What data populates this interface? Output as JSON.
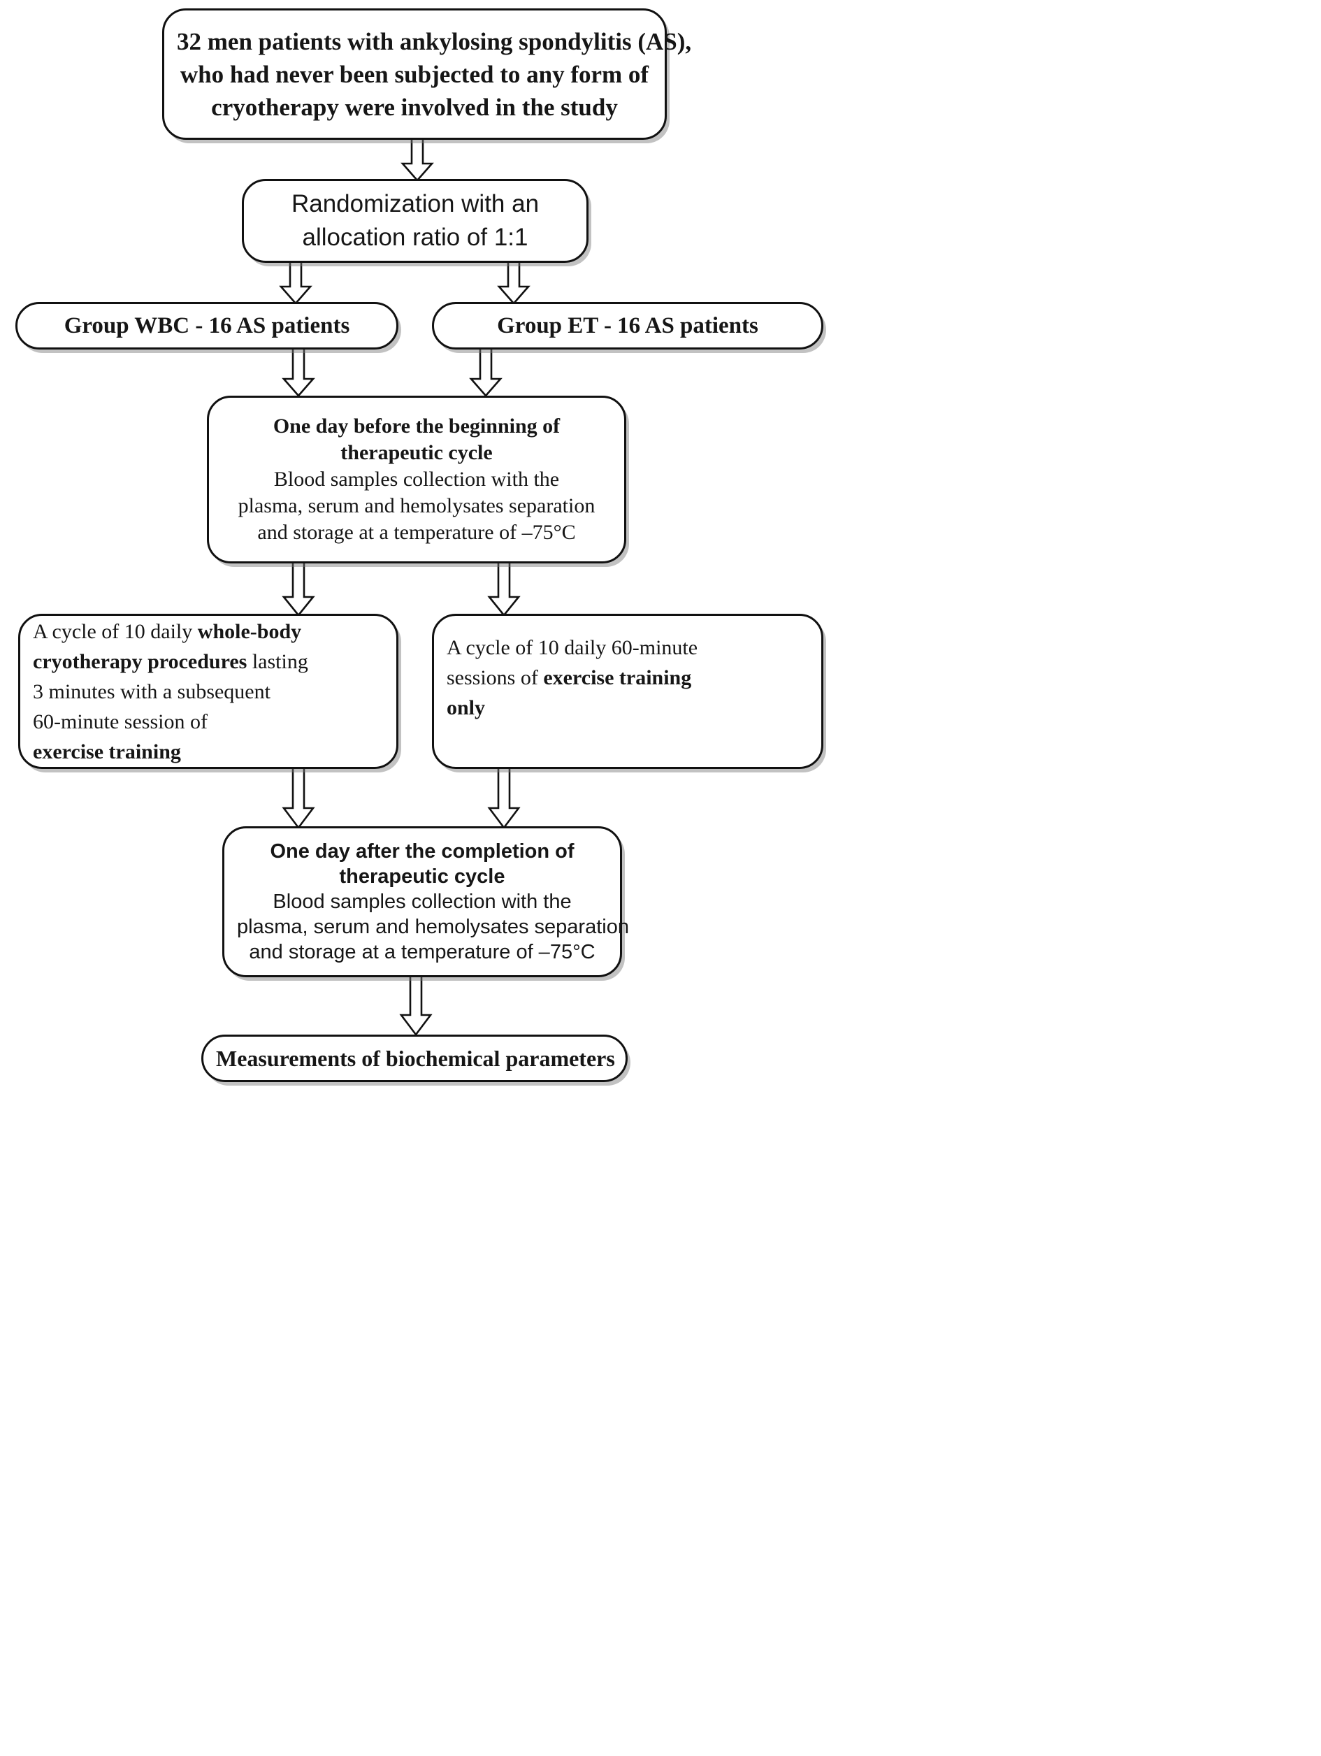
{
  "diagram": {
    "title": "Study flow diagram of the ankylosing spondylitis cryotherapy trial",
    "type": "flowchart",
    "orientation": "top-to-bottom",
    "colors": {
      "box_border": "#111111",
      "box_fill": "#ffffff",
      "text": "#161616",
      "arrow_stroke": "#111111",
      "shadow": "#787878"
    }
  },
  "nodes": {
    "enrollment": {
      "id": "enrollment",
      "lines": [
        "32 men patients with ankylosing spondylitis (AS),",
        "who had never been subjected to any form of",
        "cryotherapy were involved in the study"
      ]
    },
    "randomization": {
      "id": "randomization",
      "lines": [
        "Randomization with an",
        "allocation ratio of 1:1"
      ]
    },
    "group_wbc": {
      "id": "group-wbc",
      "lines": [
        "Group WBC - 16 AS patients"
      ]
    },
    "group_et": {
      "id": "group-et",
      "lines": [
        "Group ET - 16 AS patients"
      ]
    },
    "baseline": {
      "id": "baseline",
      "heading": [
        "One day before the beginning of",
        "therapeutic cycle"
      ],
      "lines": [
        "Blood samples collection with the",
        "plasma, serum and hemolysates separation",
        "and storage at a temperature of –75°C"
      ]
    },
    "wbc_protocol": {
      "id": "wbc-protocol",
      "line1_plain": "A cycle of 10 daily ",
      "line1_bold": "whole-body",
      "line2_bold": "cryotherapy procedures",
      "line2_plain": " lasting",
      "line3": "3 minutes with a subsequent",
      "line4": "60-minute session of",
      "line5_bold": "exercise training"
    },
    "et_protocol": {
      "id": "et-protocol",
      "line1": "A cycle of 10 daily 60-minute",
      "line2_plain": "sessions of ",
      "line2_bold": "exercise training",
      "line3_bold": "only"
    },
    "followup": {
      "id": "followup",
      "heading": [
        "One day after the completion of",
        "therapeutic cycle"
      ],
      "lines": [
        "Blood samples collection with the",
        "plasma, serum and hemolysates separation",
        "and storage at a temperature of –75°C"
      ]
    },
    "outcome": {
      "id": "outcome",
      "lines": [
        "Measurements of biochemical parameters"
      ]
    }
  },
  "edges": [
    {
      "id": "enrollment-to-randomization",
      "from": "enrollment",
      "to": "randomization",
      "style": "block-arrow-down"
    },
    {
      "id": "randomization-to-group-wbc",
      "from": "randomization",
      "to": "group_wbc",
      "style": "block-arrow-down"
    },
    {
      "id": "randomization-to-group-et",
      "from": "randomization",
      "to": "group_et",
      "style": "block-arrow-down"
    },
    {
      "id": "group-wbc-to-baseline",
      "from": "group_wbc",
      "to": "baseline",
      "style": "block-arrow-down"
    },
    {
      "id": "group-et-to-baseline",
      "from": "group_et",
      "to": "baseline",
      "style": "block-arrow-down"
    },
    {
      "id": "baseline-to-wbc-protocol",
      "from": "baseline",
      "to": "wbc_protocol",
      "style": "block-arrow-down"
    },
    {
      "id": "baseline-to-et-protocol",
      "from": "baseline",
      "to": "et_protocol",
      "style": "block-arrow-down"
    },
    {
      "id": "wbc-protocol-to-followup",
      "from": "wbc_protocol",
      "to": "followup",
      "style": "block-arrow-down"
    },
    {
      "id": "et-protocol-to-followup",
      "from": "et_protocol",
      "to": "followup",
      "style": "block-arrow-down"
    },
    {
      "id": "followup-to-outcome",
      "from": "followup",
      "to": "outcome",
      "style": "block-arrow-down"
    }
  ]
}
